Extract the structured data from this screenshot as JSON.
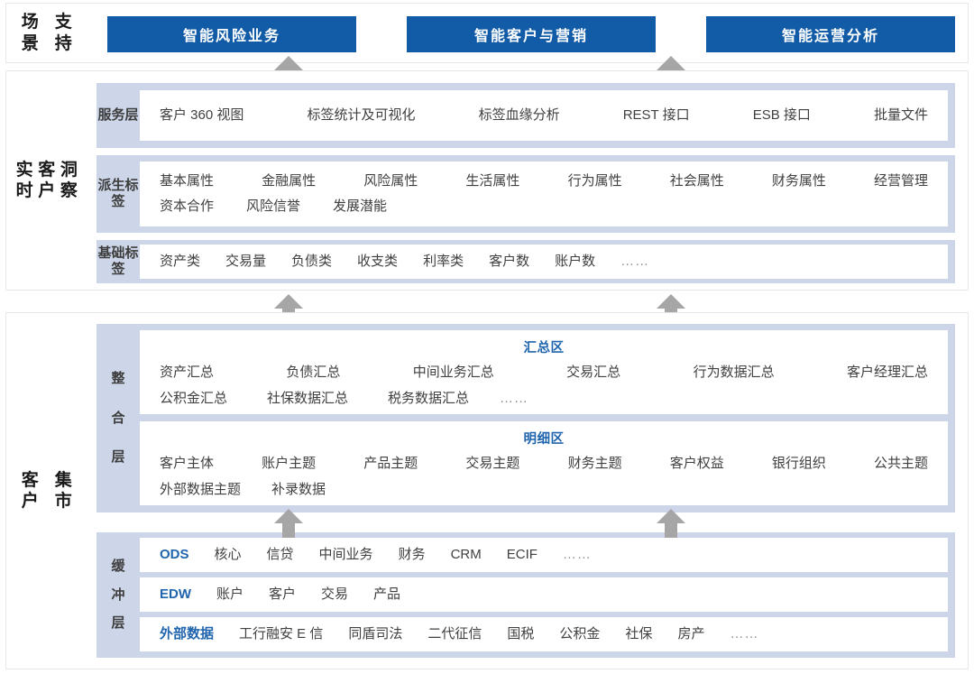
{
  "colors": {
    "accent_blue": "#125ba6",
    "title_blue": "#2065ad",
    "panel_blue": "#ccd6e8",
    "arrow_gray": "#a6a6a6",
    "text_dark": "#404040",
    "border_gray": "#e8e8e8"
  },
  "scene": {
    "group_label": "场景\n支持",
    "buttons": [
      {
        "label": "智能风险业务"
      },
      {
        "label": "智能客户与营销"
      },
      {
        "label": "智能运营分析"
      }
    ]
  },
  "insight": {
    "group_label": "实时\n客户\n洞察",
    "layers": [
      {
        "name": "服务层",
        "sublabel": "服务层",
        "rows": [
          [
            "客户 360 视图",
            "标签统计及可视化",
            "标签血缘分析",
            "REST 接口",
            "ESB 接口",
            "批量文件"
          ]
        ]
      },
      {
        "name": "派生标签",
        "sublabel": "派生标签",
        "rows": [
          [
            "基本属性",
            "金融属性",
            "风险属性",
            "生活属性",
            "行为属性",
            "社会属性",
            "财务属性",
            "经营管理"
          ],
          [
            "资本合作",
            "风险信誉",
            "发展潜能"
          ]
        ]
      },
      {
        "name": "基础标签",
        "sublabel": "基础标签",
        "rows": [
          [
            "资产类",
            "交易量",
            "负债类",
            "收支类",
            "利率类",
            "客户数",
            "账户数",
            "……"
          ]
        ]
      }
    ]
  },
  "mart": {
    "group_label": "客户\n集市",
    "integration": {
      "sublabel_chars": [
        "整",
        "合",
        "层"
      ],
      "cards": [
        {
          "title": "汇总区",
          "rows": [
            [
              "资产汇总",
              "负债汇总",
              "中间业务汇总",
              "交易汇总",
              "行为数据汇总",
              "客户经理汇总"
            ],
            [
              "公积金汇总",
              "社保数据汇总",
              "税务数据汇总",
              "……"
            ]
          ]
        },
        {
          "title": "明细区",
          "rows": [
            [
              "客户主体",
              "账户主题",
              "产品主题",
              "交易主题",
              "财务主题",
              "客户权益",
              "银行组织",
              "公共主题"
            ],
            [
              "外部数据主题",
              "补录数据"
            ]
          ]
        }
      ]
    },
    "buffer": {
      "sublabel_chars": [
        "缓",
        "冲",
        "层"
      ],
      "rows": [
        {
          "accent": "ODS",
          "items": [
            "核心",
            "信贷",
            "中间业务",
            "财务",
            "CRM",
            "ECIF",
            "……"
          ]
        },
        {
          "accent": "EDW",
          "items": [
            "账户",
            "客户",
            "交易",
            "产品"
          ]
        },
        {
          "accent": "外部数据",
          "items": [
            "工行融安 E 信",
            "同盾司法",
            "二代征信",
            "国税",
            "公积金",
            "社保",
            "房产",
            "……"
          ]
        }
      ]
    }
  },
  "arrows": {
    "label": "up-arrow",
    "count": 6
  }
}
